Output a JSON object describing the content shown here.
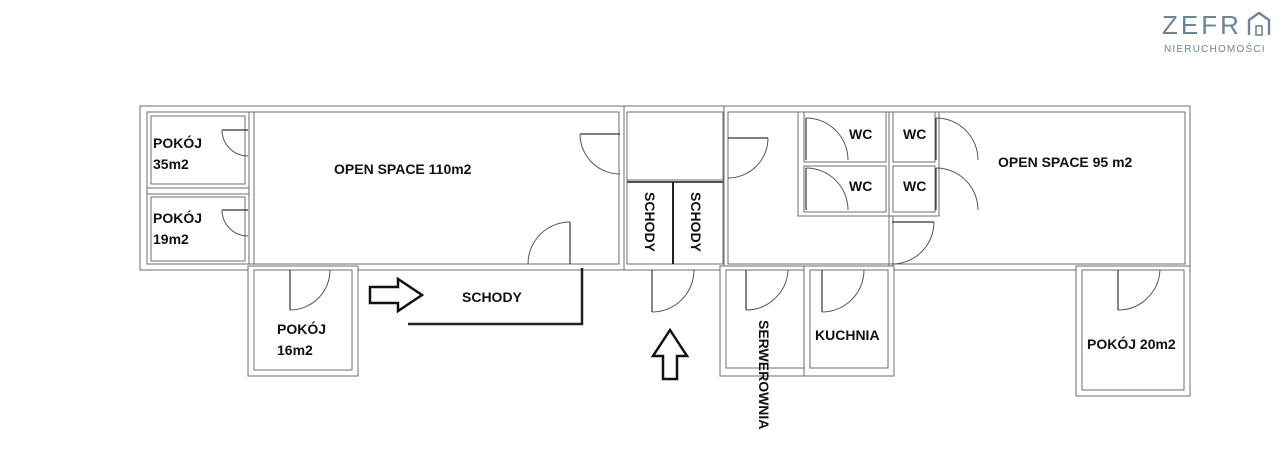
{
  "logo": {
    "word": "ZEFR",
    "subtitle": "NIERUCHOMOŚCI"
  },
  "rooms": {
    "pokoj_35": {
      "line1": "POKÓJ",
      "line2": "35m2"
    },
    "pokoj_19": {
      "line1": "POKÓJ",
      "line2": "19m2"
    },
    "pokoj_16": {
      "line1": "POKÓJ",
      "line2": "16m2"
    },
    "open_space_110": "OPEN SPACE 110m2",
    "open_space_95": "OPEN SPACE 95 m2",
    "schody_main": "SCHODY",
    "schody_left": "SCHODY",
    "schody_right": "SCHODY",
    "wc_1": "WC",
    "wc_2": "WC",
    "wc_3": "WC",
    "wc_4": "WC",
    "kuchnia": "KUCHNIA",
    "serwerownia": "SERWEROWNIA",
    "pokoj_20": "POKÓJ 20m2"
  },
  "colors": {
    "wall": "#6e6e6e",
    "logo": "#6d8494",
    "text": "#111111"
  },
  "icons": [
    "arrow-right-icon",
    "arrow-up-icon",
    "door-swing-icon"
  ]
}
